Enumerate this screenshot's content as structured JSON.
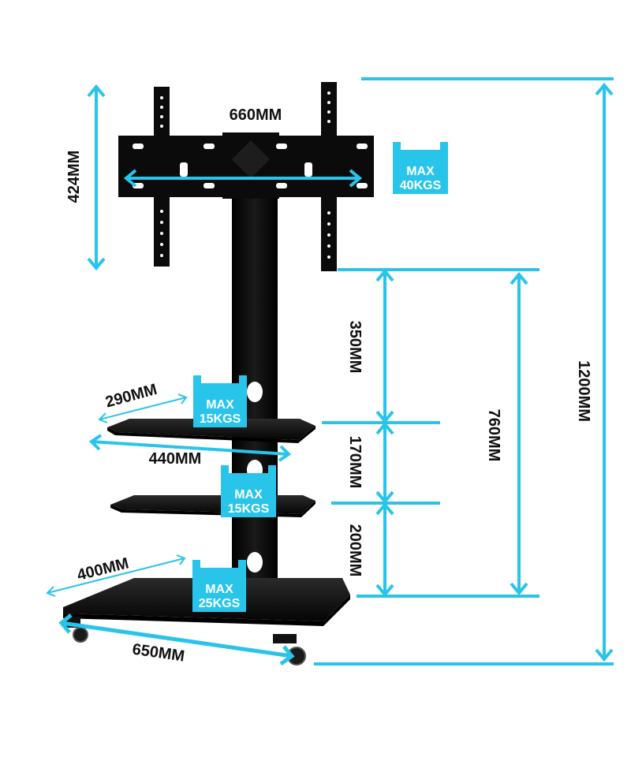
{
  "colors": {
    "accent": "#29C4EA",
    "metal": "#0b0b0b",
    "glass": "#111111",
    "background": "#ffffff"
  },
  "dimensions": {
    "bracket_width": "660MM",
    "bracket_height": "424MM",
    "total_height": "1200MM",
    "pole_to_shelf": "350MM",
    "post_range": "760MM",
    "shelf_gap": "170MM",
    "shelf_to_base": "200MM",
    "top_shelf_depth": "290MM",
    "top_shelf_width": "440MM",
    "base_depth": "400MM",
    "base_width": "650MM"
  },
  "badges": {
    "mount": {
      "label": "MAX",
      "value": "40KGS"
    },
    "top_shelf": {
      "label": "MAX",
      "value": "15KGS"
    },
    "middle_shelf": {
      "label": "MAX",
      "value": "15KGS"
    },
    "base": {
      "label": "MAX",
      "value": "25KGS"
    }
  }
}
